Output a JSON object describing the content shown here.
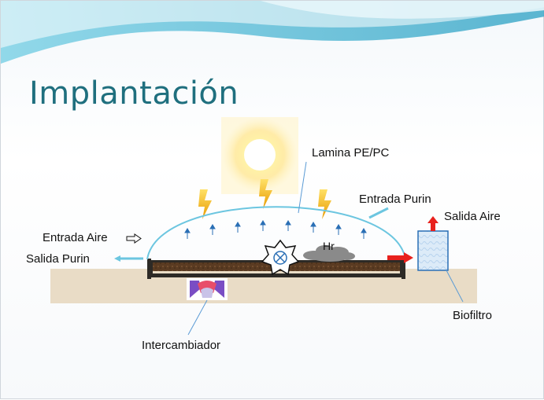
{
  "slide": {
    "title": "Implantación"
  },
  "labels": {
    "lamina": "Lamina  PE/PC",
    "entrada_purin": "Entrada Purin",
    "salida_aire": "Salida Aire",
    "entrada_aire": "Entrada Aire",
    "salida_purin": "Salida Purin",
    "hr": "Hr",
    "biofiltro": "Biofiltro",
    "intercambiador": "Intercambiador"
  },
  "colors": {
    "title": "#1f6f7e",
    "dome": "#6cc6e0",
    "arrow_red": "#e8211d",
    "arrow_cyan": "#6cc6e0",
    "lightning": "#f2b705",
    "ground": "#e9dcc6",
    "biofilter": "#9fc9ec"
  }
}
